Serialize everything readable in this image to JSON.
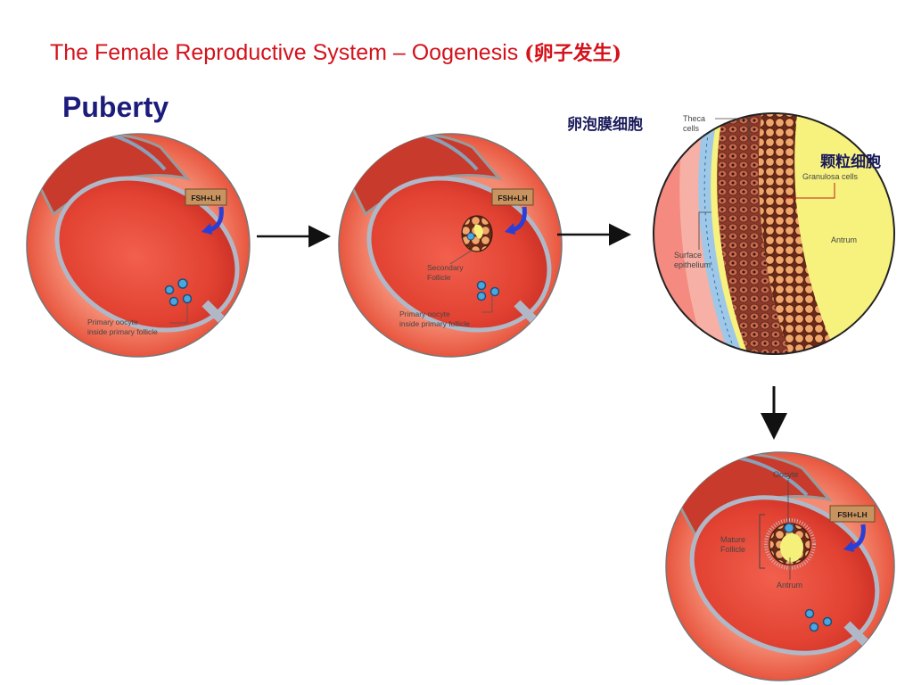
{
  "slide": {
    "title": "The Female Reproductive System – Oogenesis",
    "title_cn": "(卵子发生)",
    "subtitle": "Puberty"
  },
  "panels": {
    "p1": {
      "hormone": "FSH+LH",
      "label_line1": "Primary oocyte",
      "label_line2": "inside primary follicle"
    },
    "p2": {
      "hormone": "FSH+LH",
      "follicle_line1": "Secondary",
      "follicle_line2": "Follicle",
      "label_line1": "Primary oocyte",
      "label_line2": "inside primary follicle"
    },
    "p3": {
      "theca_cn": "卵泡膜细胞",
      "theca_line1": "Theca",
      "theca_line2": "cells",
      "granulosa_cn": "颗粒细胞",
      "granulosa": "Granulosa cells",
      "antrum": "Antrum",
      "surface_line1": "Surface",
      "surface_line2": "epithelium"
    },
    "p4": {
      "hormone": "FSH+LH",
      "oocyte": "Oocyte",
      "mature_line1": "Mature",
      "mature_line2": "Follicle",
      "antrum": "Antrum"
    }
  },
  "colors": {
    "title": "#d4121b",
    "subtitle": "#1c1c7c",
    "ovary_dark": "#d8342a",
    "ovary_light": "#f06a55",
    "hormone_badge": "#c8935f",
    "hormone_arrow": "#2a3fd6",
    "antrum_fill": "#f5f07a"
  }
}
